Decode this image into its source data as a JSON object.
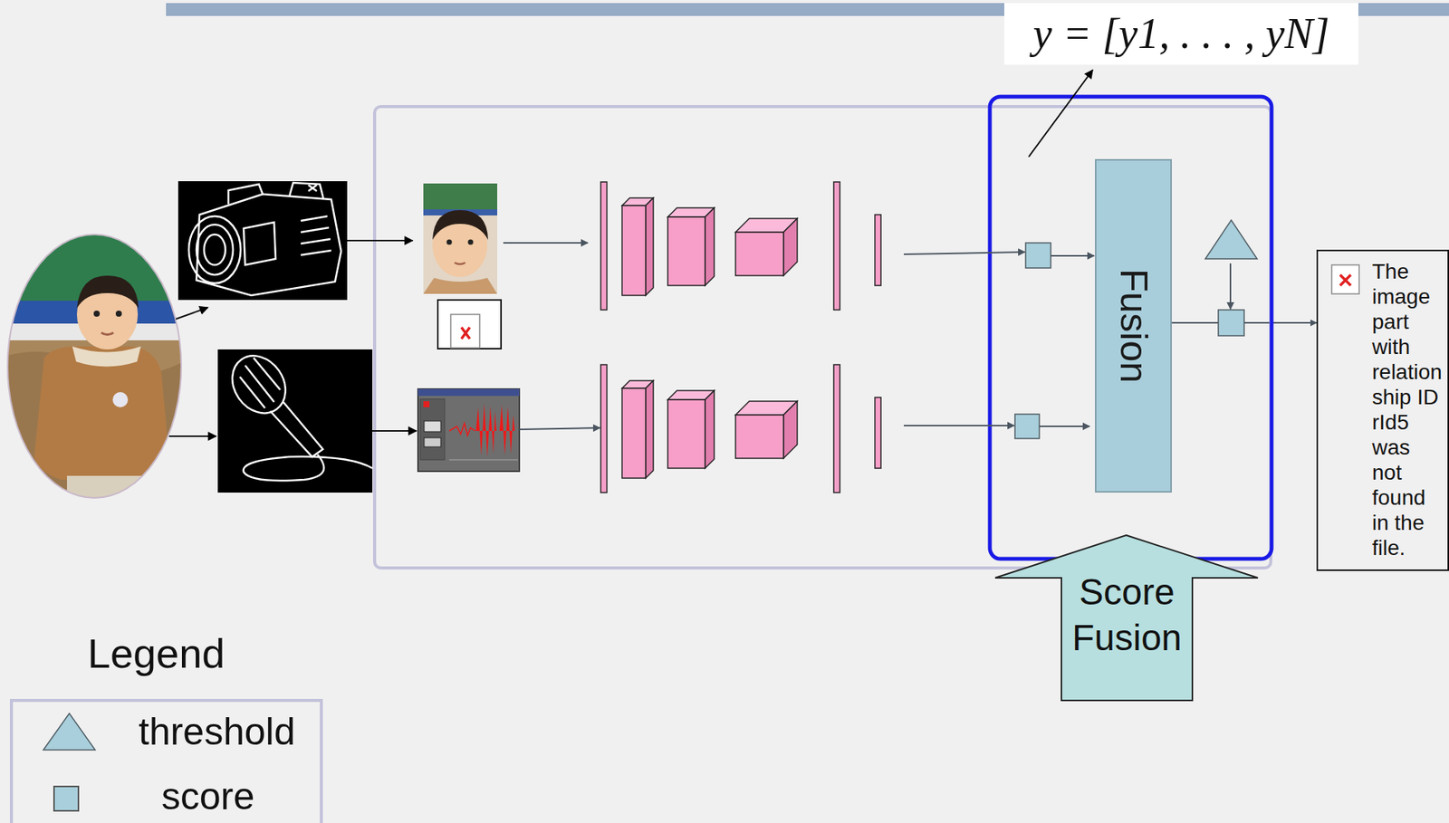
{
  "diagram": {
    "nodes": [
      {
        "text": [
          "Fusion"
        ]
      },
      {
        "text": [
          "The image part with relationship ID rId5 was not found in the file."
        ]
      },
      {
        "text": [
          "Score Fusion"
        ]
      }
    ],
    "edges": [
      {
        "from": 0,
        "to": 1,
        "arrow": "to"
      }
    ],
    "labels": [
      "y = [y1, . . . , yN]",
      "Legend"
    ],
    "legend": [
      {
        "text": "threshold"
      },
      {
        "text": "score",
        "color": "#a8cfdb"
      }
    ]
  }
}
